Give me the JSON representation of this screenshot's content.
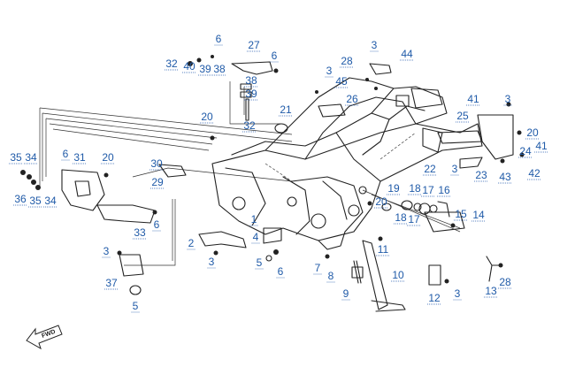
{
  "diagram": {
    "fwd_label": "FWD",
    "callouts": [
      {
        "label": "6"
      },
      {
        "label": "27"
      },
      {
        "label": "32"
      },
      {
        "label": "40"
      },
      {
        "label": "39"
      },
      {
        "label": "38"
      },
      {
        "label": "6"
      },
      {
        "label": "38"
      },
      {
        "label": "39"
      },
      {
        "label": "32"
      },
      {
        "label": "3"
      },
      {
        "label": "44"
      },
      {
        "label": "28"
      },
      {
        "label": "3"
      },
      {
        "label": "45"
      },
      {
        "label": "26"
      },
      {
        "label": "21"
      },
      {
        "label": "20"
      },
      {
        "label": "41"
      },
      {
        "label": "3"
      },
      {
        "label": "25"
      },
      {
        "label": "20"
      },
      {
        "label": "41"
      },
      {
        "label": "24"
      },
      {
        "label": "22"
      },
      {
        "label": "3"
      },
      {
        "label": "23"
      },
      {
        "label": "43"
      },
      {
        "label": "42"
      },
      {
        "label": "35"
      },
      {
        "label": "34"
      },
      {
        "label": "6"
      },
      {
        "label": "31"
      },
      {
        "label": "20"
      },
      {
        "label": "36"
      },
      {
        "label": "35"
      },
      {
        "label": "34"
      },
      {
        "label": "30"
      },
      {
        "label": "29"
      },
      {
        "label": "33"
      },
      {
        "label": "6"
      },
      {
        "label": "1"
      },
      {
        "label": "2"
      },
      {
        "label": "3"
      },
      {
        "label": "4"
      },
      {
        "label": "5"
      },
      {
        "label": "6"
      },
      {
        "label": "19"
      },
      {
        "label": "18"
      },
      {
        "label": "17"
      },
      {
        "label": "16"
      },
      {
        "label": "20"
      },
      {
        "label": "18"
      },
      {
        "label": "17"
      },
      {
        "label": "15"
      },
      {
        "label": "14"
      },
      {
        "label": "11"
      },
      {
        "label": "7"
      },
      {
        "label": "8"
      },
      {
        "label": "10"
      },
      {
        "label": "9"
      },
      {
        "label": "12"
      },
      {
        "label": "3"
      },
      {
        "label": "13"
      },
      {
        "label": "28"
      },
      {
        "label": "3"
      },
      {
        "label": "37"
      },
      {
        "label": "5"
      }
    ]
  }
}
